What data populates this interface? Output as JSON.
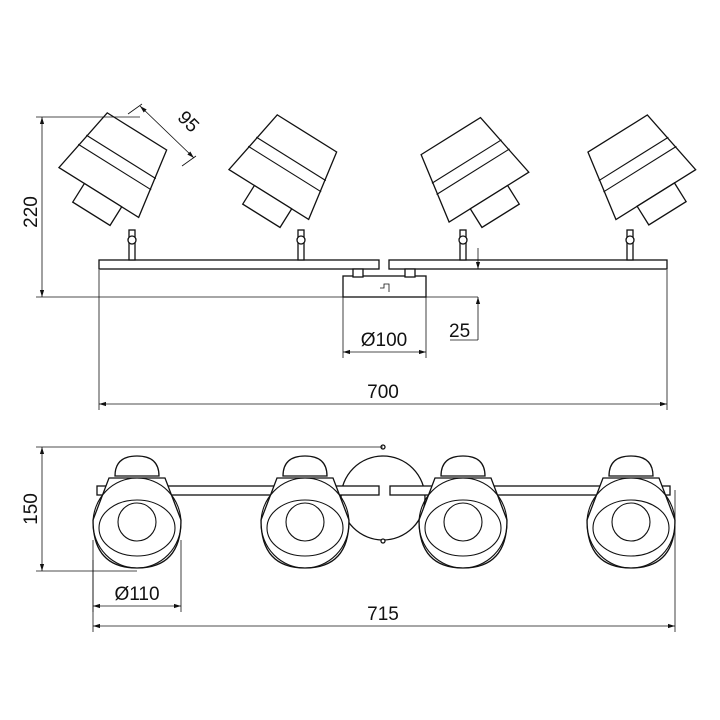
{
  "dimensions": {
    "height_side": "220",
    "shade_width": "95",
    "canopy_diameter": "Ø100",
    "canopy_depth": "25",
    "bar_length": "700",
    "height_top": "150",
    "shade_diameter": "Ø110",
    "total_length": "715"
  },
  "views": [
    "side-view",
    "top-view"
  ],
  "spotlight_count": 4
}
